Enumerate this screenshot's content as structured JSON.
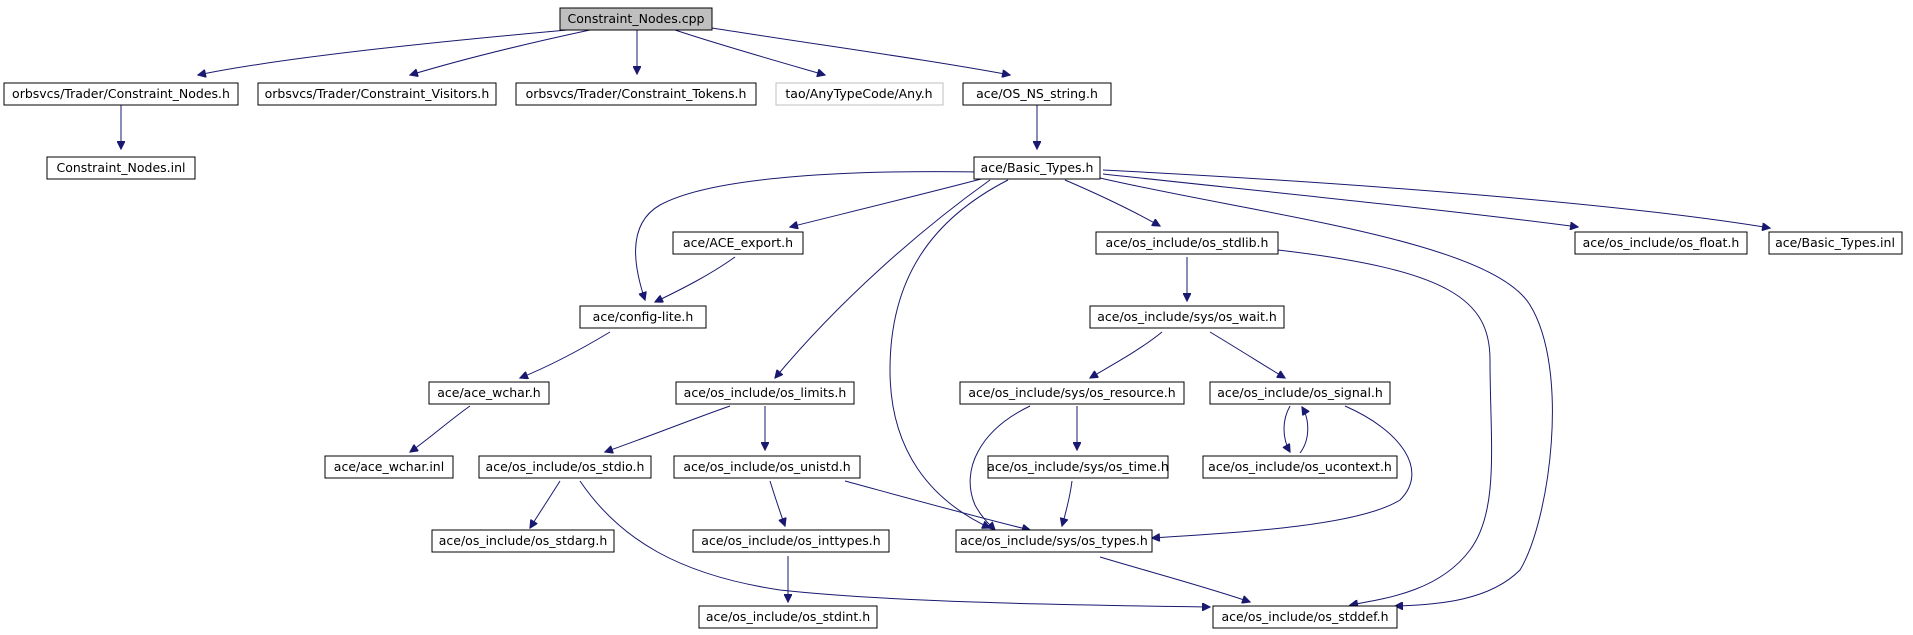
{
  "diagram": {
    "type": "include-dependency-graph",
    "colors": {
      "edge": "#191970",
      "root_fill": "#bfbfbf",
      "node_fill": "#ffffff",
      "node_border": "#000000",
      "external_border": "#bfbfbf"
    },
    "nodes": [
      {
        "id": "n_root",
        "label": "Constraint_Nodes.cpp",
        "root": true
      },
      {
        "id": "n_cn_h",
        "label": "orbsvcs/Trader/Constraint_Nodes.h"
      },
      {
        "id": "n_cv_h",
        "label": "orbsvcs/Trader/Constraint_Visitors.h"
      },
      {
        "id": "n_ct_h",
        "label": "orbsvcs/Trader/Constraint_Tokens.h"
      },
      {
        "id": "n_any",
        "label": "tao/AnyTypeCode/Any.h",
        "external": true
      },
      {
        "id": "n_osns",
        "label": "ace/OS_NS_string.h"
      },
      {
        "id": "n_cn_inl",
        "label": "Constraint_Nodes.inl"
      },
      {
        "id": "n_bt",
        "label": "ace/Basic_Types.h"
      },
      {
        "id": "n_export",
        "label": "ace/ACE_export.h"
      },
      {
        "id": "n_stdlib",
        "label": "ace/os_include/os_stdlib.h"
      },
      {
        "id": "n_float",
        "label": "ace/os_include/os_float.h"
      },
      {
        "id": "n_btinl",
        "label": "ace/Basic_Types.inl"
      },
      {
        "id": "n_config",
        "label": "ace/config-lite.h"
      },
      {
        "id": "n_wait",
        "label": "ace/os_include/sys/os_wait.h"
      },
      {
        "id": "n_wchar",
        "label": "ace/ace_wchar.h"
      },
      {
        "id": "n_limits",
        "label": "ace/os_include/os_limits.h"
      },
      {
        "id": "n_resource",
        "label": "ace/os_include/sys/os_resource.h"
      },
      {
        "id": "n_signal",
        "label": "ace/os_include/os_signal.h"
      },
      {
        "id": "n_wcharinl",
        "label": "ace/ace_wchar.inl"
      },
      {
        "id": "n_stdio",
        "label": "ace/os_include/os_stdio.h"
      },
      {
        "id": "n_unistd",
        "label": "ace/os_include/os_unistd.h"
      },
      {
        "id": "n_time",
        "label": "ace/os_include/sys/os_time.h"
      },
      {
        "id": "n_ucontext",
        "label": "ace/os_include/os_ucontext.h"
      },
      {
        "id": "n_stdarg",
        "label": "ace/os_include/os_stdarg.h"
      },
      {
        "id": "n_inttypes",
        "label": "ace/os_include/os_inttypes.h"
      },
      {
        "id": "n_types",
        "label": "ace/os_include/sys/os_types.h"
      },
      {
        "id": "n_stdint",
        "label": "ace/os_include/os_stdint.h"
      },
      {
        "id": "n_stddef",
        "label": "ace/os_include/os_stddef.h"
      }
    ],
    "edges": [
      {
        "from": "n_root",
        "to": "n_cn_h"
      },
      {
        "from": "n_root",
        "to": "n_cv_h"
      },
      {
        "from": "n_root",
        "to": "n_ct_h"
      },
      {
        "from": "n_root",
        "to": "n_any"
      },
      {
        "from": "n_root",
        "to": "n_osns"
      },
      {
        "from": "n_cn_h",
        "to": "n_cn_inl"
      },
      {
        "from": "n_osns",
        "to": "n_bt"
      },
      {
        "from": "n_bt",
        "to": "n_config"
      },
      {
        "from": "n_bt",
        "to": "n_export"
      },
      {
        "from": "n_bt",
        "to": "n_limits"
      },
      {
        "from": "n_bt",
        "to": "n_types"
      },
      {
        "from": "n_bt",
        "to": "n_stdlib"
      },
      {
        "from": "n_bt",
        "to": "n_stddef"
      },
      {
        "from": "n_bt",
        "to": "n_float"
      },
      {
        "from": "n_bt",
        "to": "n_btinl"
      },
      {
        "from": "n_export",
        "to": "n_config"
      },
      {
        "from": "n_config",
        "to": "n_wchar"
      },
      {
        "from": "n_wchar",
        "to": "n_wcharinl"
      },
      {
        "from": "n_limits",
        "to": "n_stdio"
      },
      {
        "from": "n_limits",
        "to": "n_unistd"
      },
      {
        "from": "n_stdio",
        "to": "n_stdarg"
      },
      {
        "from": "n_stdio",
        "to": "n_stddef"
      },
      {
        "from": "n_unistd",
        "to": "n_inttypes"
      },
      {
        "from": "n_unistd",
        "to": "n_types"
      },
      {
        "from": "n_inttypes",
        "to": "n_stdint"
      },
      {
        "from": "n_stdlib",
        "to": "n_wait"
      },
      {
        "from": "n_stdlib",
        "to": "n_stddef"
      },
      {
        "from": "n_wait",
        "to": "n_resource"
      },
      {
        "from": "n_wait",
        "to": "n_signal"
      },
      {
        "from": "n_resource",
        "to": "n_time"
      },
      {
        "from": "n_resource",
        "to": "n_types"
      },
      {
        "from": "n_time",
        "to": "n_types"
      },
      {
        "from": "n_signal",
        "to": "n_ucontext"
      },
      {
        "from": "n_ucontext",
        "to": "n_signal"
      },
      {
        "from": "n_signal",
        "to": "n_types"
      },
      {
        "from": "n_types",
        "to": "n_stddef"
      }
    ]
  }
}
